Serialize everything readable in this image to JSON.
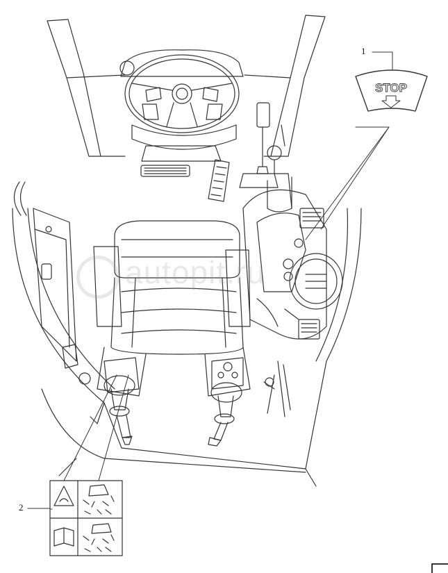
{
  "callouts": [
    {
      "id": "1",
      "label": "1"
    },
    {
      "id": "2",
      "label": "2"
    }
  ],
  "stop_decal": {
    "text": "STOP"
  },
  "watermark": {
    "text": "autopit.ru"
  },
  "colors": {
    "line": "#333333",
    "paper": "#ffffff",
    "watermark": "#b4b4b4"
  }
}
